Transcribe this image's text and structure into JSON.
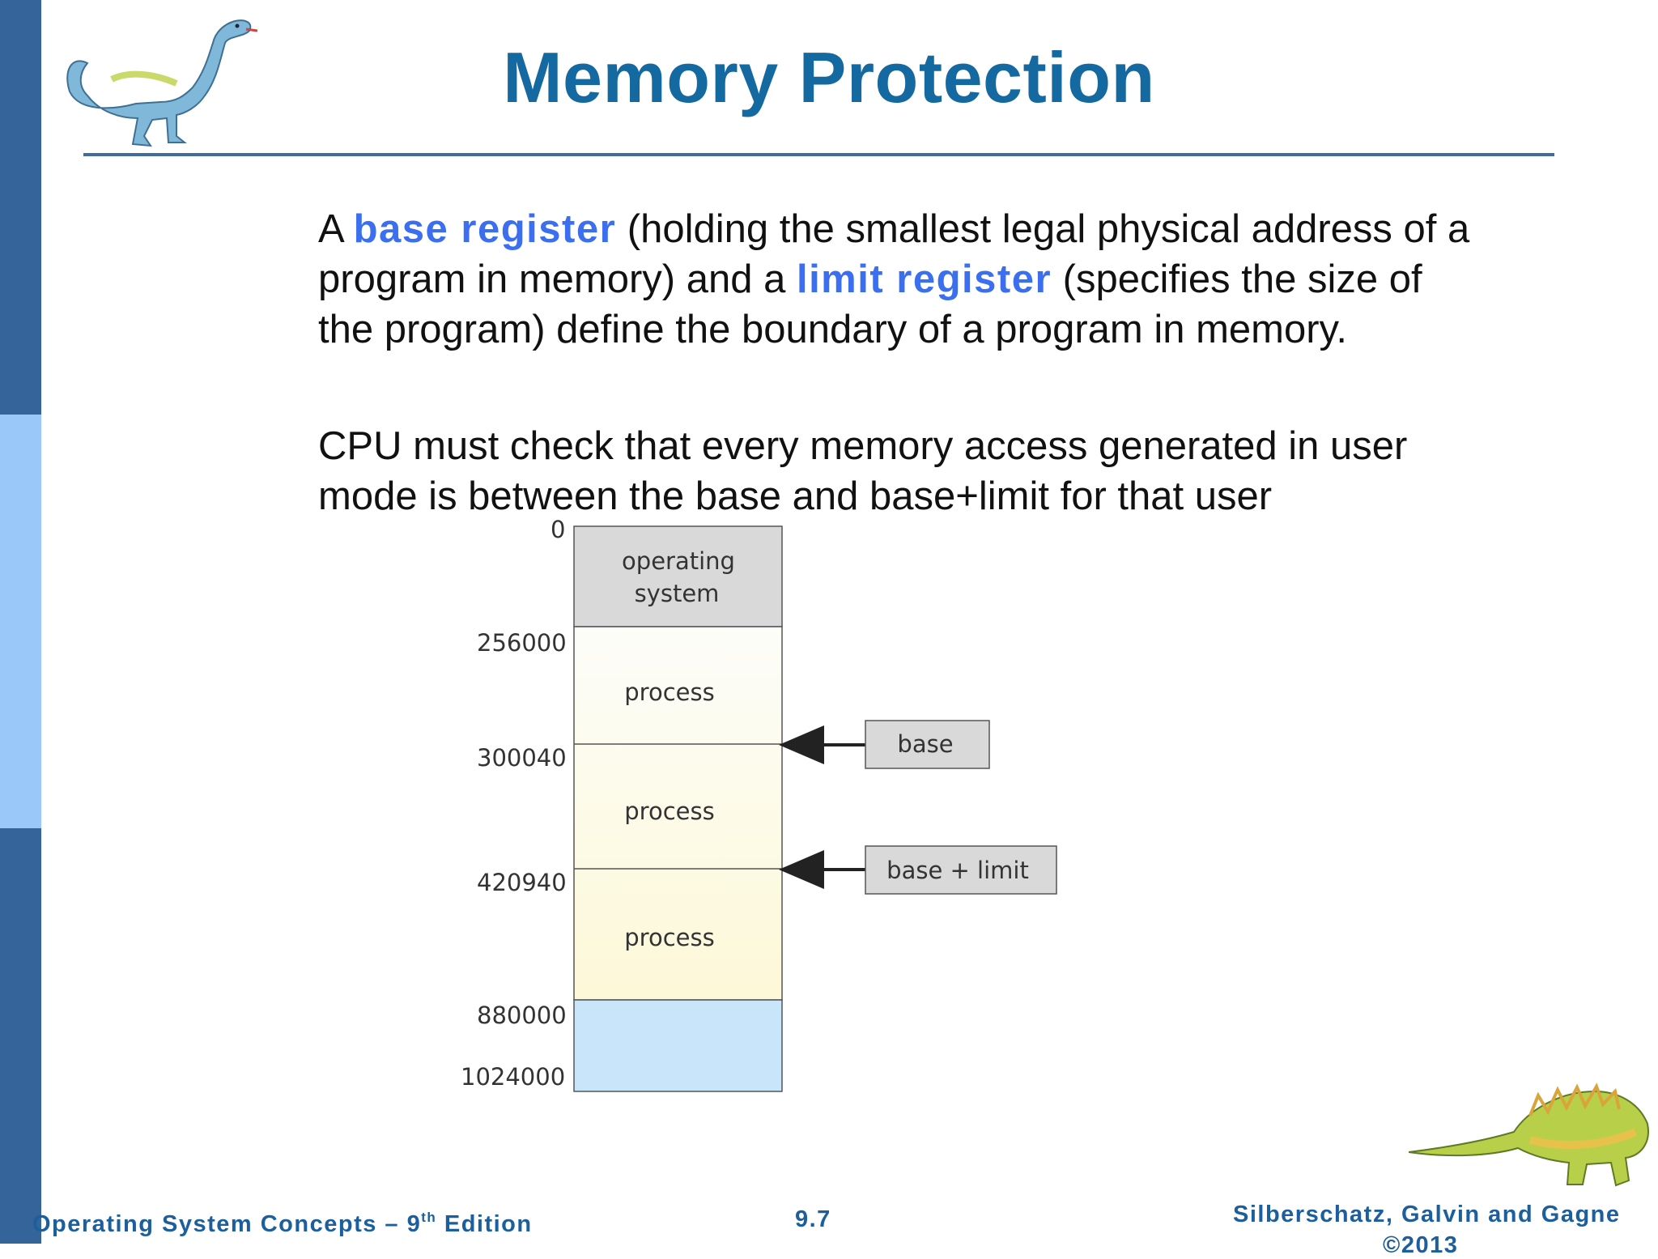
{
  "slide": {
    "title": "Memory Protection",
    "paragraph1": {
      "a": "A ",
      "term1": "base register",
      "b": " (holding the smallest legal physical address of a program in memory) and a ",
      "term2": "limit register",
      "c": " (specifies the size of the program) define the boundary of a program in memory."
    },
    "paragraph2": "CPU must check that every memory access generated in user mode is between the base and base+limit for that user"
  },
  "diagram": {
    "addresses": [
      "0",
      "256000",
      "300040",
      "420940",
      "880000",
      "1024000"
    ],
    "segments": [
      {
        "line1": "operating",
        "line2": "system"
      },
      {
        "label": "process"
      },
      {
        "label": "process"
      },
      {
        "label": "process"
      }
    ],
    "pointers": [
      "base",
      "base + limit"
    ],
    "colors": {
      "os": "#d9d9d9",
      "process_top": "#fdfdf9",
      "process_bottom": "#fdf8d8",
      "free": "#c8e5fa"
    }
  },
  "footer": {
    "left_pre": "Operating System Concepts – 9",
    "left_sup": "th",
    "left_post": " Edition",
    "page": "9.7",
    "right_line1": "Silberschatz, Galvin and Gagne",
    "right_line2": "©2013"
  },
  "icons": [
    "dinosaur-top-left-icon",
    "dinosaur-bottom-right-icon"
  ]
}
